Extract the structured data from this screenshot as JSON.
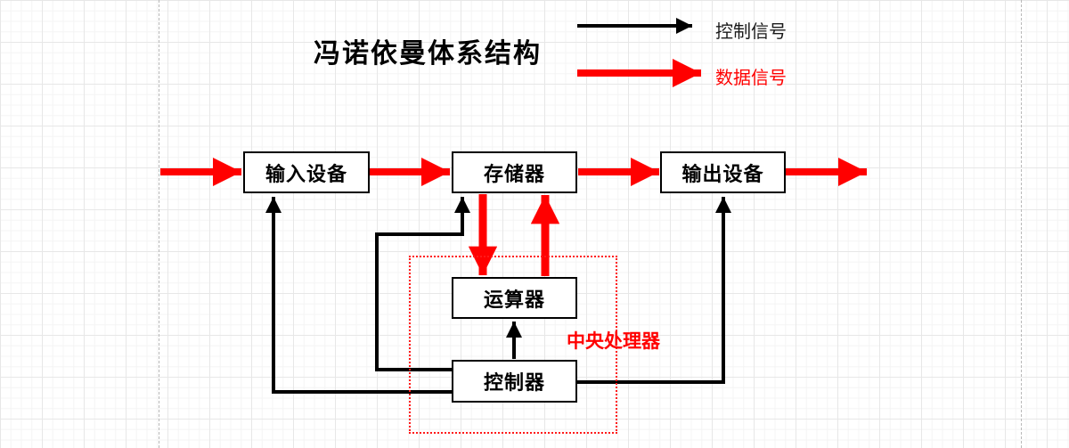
{
  "title": "冯诺依曼体系结构",
  "legend": {
    "items": [
      {
        "id": "control-signal",
        "label": "控制信号",
        "color": "#000000",
        "arrow_style": "thin-black-arrow"
      },
      {
        "id": "data-signal",
        "label": "数据信号",
        "color": "#ff0000",
        "arrow_style": "thick-red-arrow"
      }
    ]
  },
  "diagram": {
    "nodes": [
      {
        "id": "input-device",
        "label": "输入设备"
      },
      {
        "id": "memory",
        "label": "存储器"
      },
      {
        "id": "output-device",
        "label": "输出设备"
      },
      {
        "id": "alu",
        "label": "运算器"
      },
      {
        "id": "control-unit",
        "label": "控制器"
      }
    ],
    "cpu_group": {
      "label": "中央处理器",
      "color": "#ff0000",
      "members": [
        "运算器",
        "控制器"
      ]
    },
    "edges": [
      {
        "from": "外部",
        "to": "输入设备",
        "signal": "数据信号"
      },
      {
        "from": "输入设备",
        "to": "存储器",
        "signal": "数据信号"
      },
      {
        "from": "存储器",
        "to": "输出设备",
        "signal": "数据信号"
      },
      {
        "from": "输出设备",
        "to": "外部",
        "signal": "数据信号"
      },
      {
        "from": "存储器",
        "to": "运算器",
        "signal": "数据信号"
      },
      {
        "from": "运算器",
        "to": "存储器",
        "signal": "数据信号"
      },
      {
        "from": "控制器",
        "to": "输入设备",
        "signal": "控制信号"
      },
      {
        "from": "控制器",
        "to": "存储器",
        "signal": "控制信号"
      },
      {
        "from": "控制器",
        "to": "输出设备",
        "signal": "控制信号"
      },
      {
        "from": "控制器",
        "to": "运算器",
        "signal": "控制信号"
      }
    ]
  },
  "colors": {
    "data_signal": "#ff0000",
    "control_signal": "#000000",
    "node_fill": "#ffffff",
    "node_border": "#000000"
  }
}
